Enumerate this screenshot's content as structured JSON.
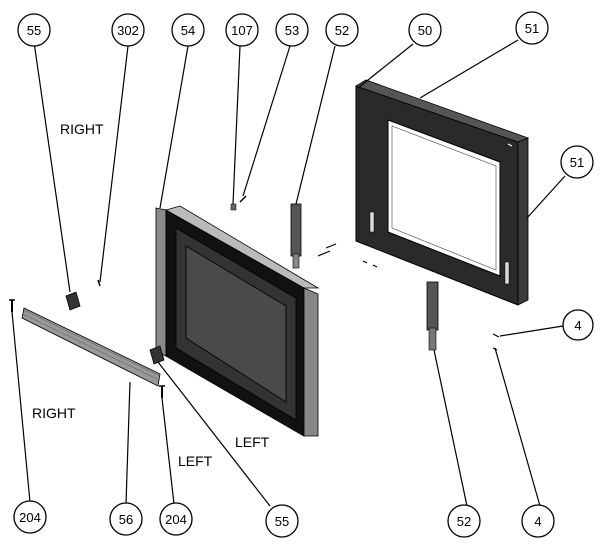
{
  "callouts": {
    "c55_top": "55",
    "c302": "302",
    "c54": "54",
    "c107": "107",
    "c53": "53",
    "c52_top": "52",
    "c50": "50",
    "c51_top": "51",
    "c51_right": "51",
    "c4_right": "4",
    "c4_bottom": "4",
    "c52_bottom": "52",
    "c55_bottom": "55",
    "c204_left": "204",
    "c56": "56",
    "c204_mid": "204"
  },
  "side_labels": {
    "right_top": "RIGHT",
    "right_bottom": "RIGHT",
    "left_mid": "LEFT",
    "left_lower": "LEFT"
  }
}
